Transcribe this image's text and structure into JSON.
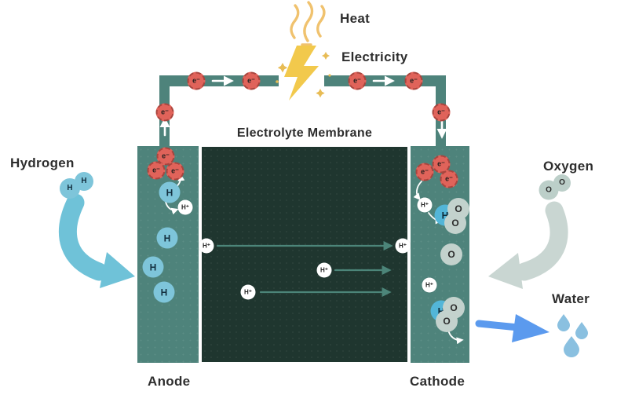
{
  "labels": {
    "heat": "Heat",
    "electricity": "Electricity",
    "electrolyte_membrane": "Electrolyte Membrane",
    "hydrogen": "Hydrogen",
    "oxygen": "Oxygen",
    "water": "Water",
    "anode": "Anode",
    "cathode": "Cathode"
  },
  "symbols": {
    "electron": "e⁻",
    "hydrogen": "H",
    "proton": "H⁺",
    "oxygen": "O"
  },
  "colors": {
    "electrode": "#4E837B",
    "membrane": "#1F362F",
    "wire": "#4E837B",
    "electron_fill": "#E0635A",
    "hydrogen_atom_fill": "#7EC5DA",
    "hydrogen_bright_fill": "#53B6D8",
    "oxygen_atom_fill": "#C3D2CD",
    "proton_fill": "#FFFFFF",
    "heat_icon": "#F0C26E",
    "electricity_icon": "#F2C94C",
    "hydrogen_arrow": "#6FC2D8",
    "oxygen_arrow": "#C9D6D2",
    "water_arrow": "#5B9AEE",
    "water_droplet": "#8AC0E0",
    "text": "#2E2E2E"
  }
}
